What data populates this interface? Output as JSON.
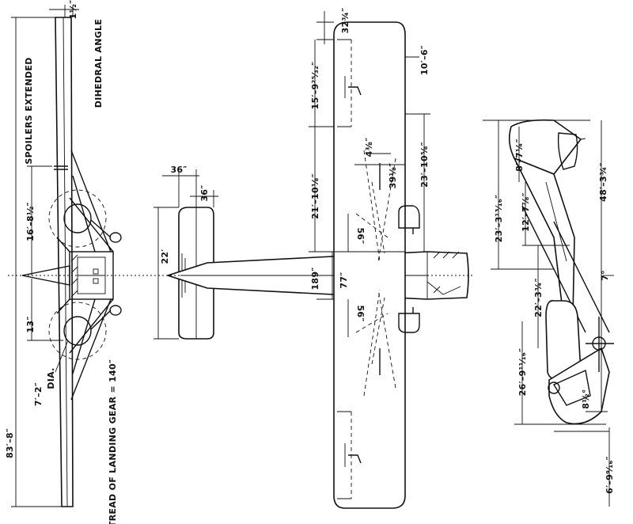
{
  "labels": {
    "spoilers_extended": "SPOILERS EXTENDED",
    "dihedral_angle": "DIHEDRAL ANGLE",
    "tread": "TREAD OF LANDING GEAR = 140″",
    "dia_value": "7′–2″",
    "dia_word": "DIA."
  },
  "front_view": {
    "span": "83′–8″",
    "top_offset": "1½″",
    "gear_span": "16′–8½″",
    "lower": "13″"
  },
  "stabilizer": {
    "chord_a": "36″",
    "chord_b": "36″",
    "span": "22′"
  },
  "plan_view": {
    "tip_offset": "32¾″",
    "chord": "10′–6″",
    "spoiler_span": "15′–9²⁵⁄₃₂″",
    "spoiler_width": "4⅜″",
    "spoiler_pos": "39⅛″",
    "outer_panel": "23′–10⅝″",
    "inner_panel": "21′–10⅛″",
    "fuselage_length": "189″",
    "center": "77″",
    "prop_upper": "56″",
    "prop_lower": "56″"
  },
  "side_view": {
    "top_small": "8′–7¼″",
    "height_total": "48′–3¾″",
    "upper_body": "23′–3¹³⁄₁₆″",
    "nacelle": "12′–7⅞″",
    "angle": "7°",
    "mid": "22′–3¾″",
    "lower_body": "26′–9¹¹⁄₁₆″",
    "tail_angle": "8½°",
    "bottom": "6′–9⁹⁄₁₆″"
  }
}
